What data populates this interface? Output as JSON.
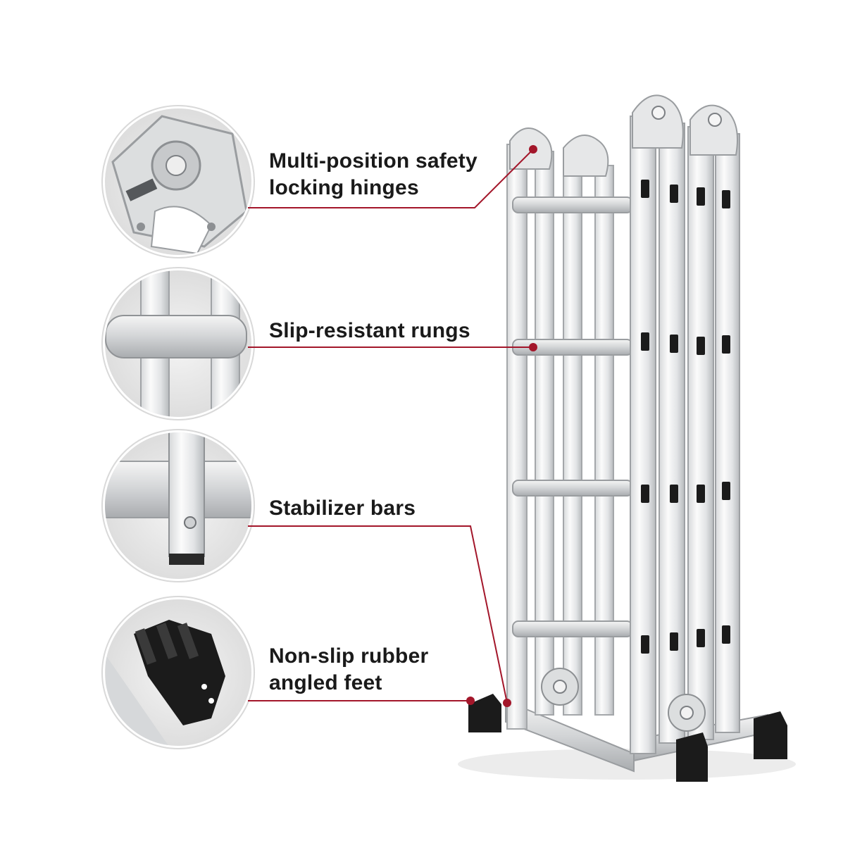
{
  "features": [
    {
      "lines": [
        "Multi-position safety",
        "locking hinges"
      ],
      "detail_icon": "hinge-closeup"
    },
    {
      "lines": [
        "Slip-resistant rungs"
      ],
      "detail_icon": "rung-closeup"
    },
    {
      "lines": [
        "Stabilizer bars"
      ],
      "detail_icon": "stabilizer-bar-closeup"
    },
    {
      "lines": [
        "Non-slip rubber",
        "angled feet"
      ],
      "detail_icon": "rubber-foot-closeup"
    }
  ],
  "colors": {
    "accent": "#a3162a",
    "text": "#1a1a1a",
    "aluminum_light": "#f2f2f2",
    "aluminum_mid": "#cfd1d3",
    "aluminum_dark": "#8c8f93",
    "rubber": "#1b1b1b"
  }
}
